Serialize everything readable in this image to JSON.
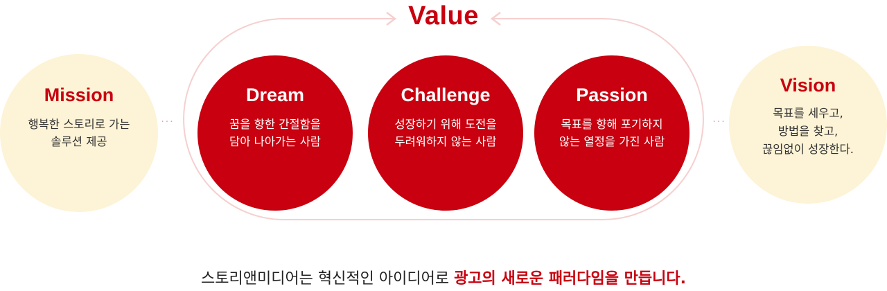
{
  "value_title": "Value",
  "mission": {
    "title": "Mission",
    "desc": "행복한 스토리로 가는\n솔루션 제공"
  },
  "values": [
    {
      "title": "Dream",
      "desc": "꿈을 향한 간절함을\n담아 나아가는 사람"
    },
    {
      "title": "Challenge",
      "desc": "성장하기 위해 도전을\n두려워하지 않는 사람"
    },
    {
      "title": "Passion",
      "desc": "목표를 향해 포기하지\n않는 열정을 가진 사람"
    }
  ],
  "vision": {
    "title": "Vision",
    "desc": "목표를 세우고,\n방법을 찾고,\n끊임없이 성장한다."
  },
  "connector_dots": "···",
  "tagline": {
    "plain": "스토리앤미디어는 혁신적인 아이디어로 ",
    "emphasis": "광고의 새로운 패러다임을 만듭니다."
  },
  "colors": {
    "accent": "#c8000f",
    "cream": "#fdf3d6",
    "loop": "#f6cfcf",
    "text": "#222222"
  }
}
